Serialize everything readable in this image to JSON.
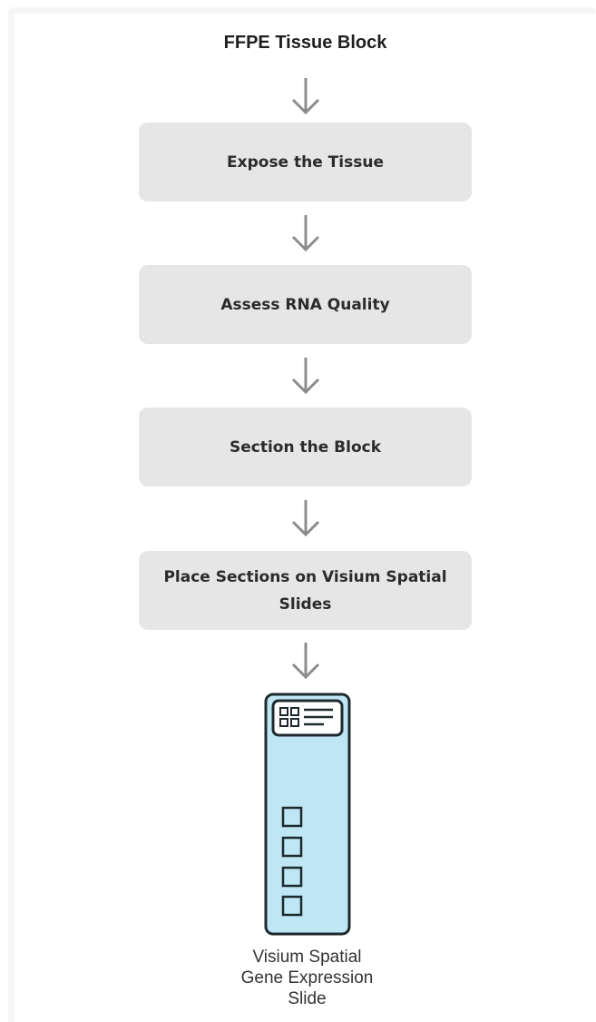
{
  "diagram": {
    "title": "FFPE Tissue Block",
    "steps": [
      {
        "label": "Expose the Tissue"
      },
      {
        "label": "Assess RNA Quality"
      },
      {
        "label": "Section the Block"
      },
      {
        "label": "Place Sections on Visium Spatial Slides"
      }
    ],
    "output": {
      "icon": "visium-slide-icon",
      "caption_lines": [
        "Visium Spatial",
        "Gene Expression",
        "Slide"
      ]
    },
    "colors": {
      "box_fill": "#e6e6e6",
      "arrow": "#8c8c8c",
      "slide_fill": "#bfe6f5",
      "slide_stroke": "#1e2a2e",
      "panel_background": "#f6f6f6"
    }
  }
}
